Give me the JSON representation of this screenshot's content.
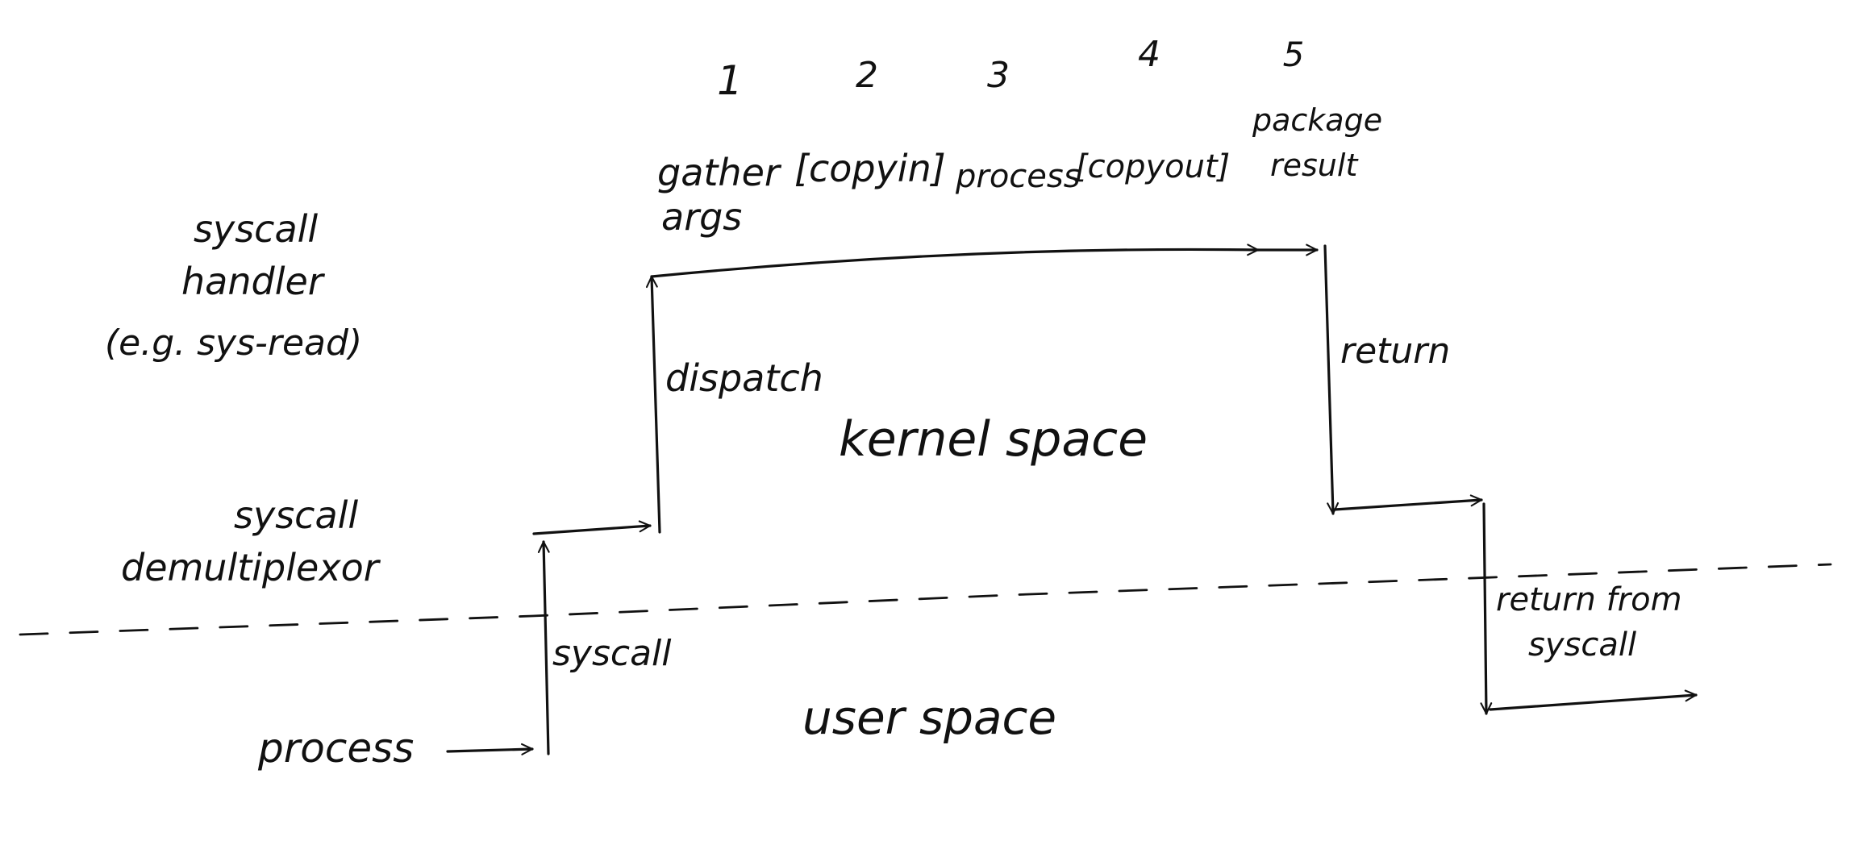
{
  "steps": {
    "numbers": [
      "1",
      "2",
      "3",
      "4",
      "5"
    ],
    "step1_line1": "gather",
    "step1_line2": "args",
    "step2": "[copyin]",
    "step3": "process",
    "step4": "[copyout]",
    "step5_line1": "package",
    "step5_line2": "result"
  },
  "levels": {
    "handler_line1": "syscall",
    "handler_line2": "handler",
    "handler_line3": "(e.g. sys-read)",
    "demux_line1": "syscall",
    "demux_line2": "demultiplexor",
    "process": "process"
  },
  "regions": {
    "kernel": "kernel space",
    "user": "user space"
  },
  "transitions": {
    "syscall": "syscall",
    "dispatch": "dispatch",
    "return": "return",
    "return_from_line1": "return from",
    "return_from_line2": "syscall"
  },
  "colors": {
    "ink": "#111111",
    "paper": "#ffffff"
  }
}
